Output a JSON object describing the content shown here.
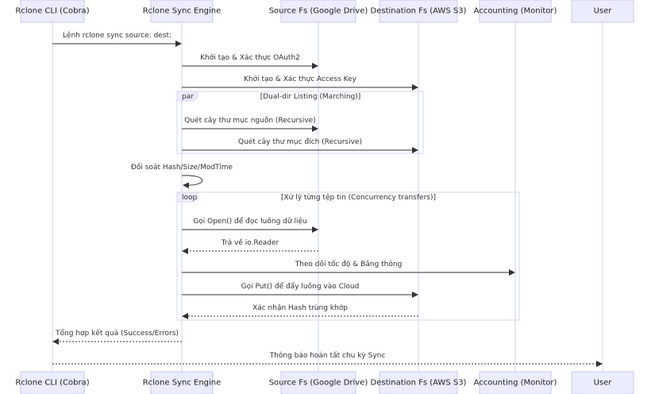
{
  "actors": [
    {
      "id": "cli",
      "label": "Rclone CLI (Cobra)"
    },
    {
      "id": "engine",
      "label": "Rclone Sync Engine"
    },
    {
      "id": "src",
      "label": "Source Fs (Google Drive)"
    },
    {
      "id": "dst",
      "label": "Destination Fs (AWS S3)"
    },
    {
      "id": "acct",
      "label": "Accounting (Monitor)"
    },
    {
      "id": "user",
      "label": "User"
    }
  ],
  "messages": [
    {
      "from": "cli",
      "to": "engine",
      "label": "Lệnh rclone sync source: dest:",
      "style": "solid"
    },
    {
      "from": "engine",
      "to": "src",
      "label": "Khởi tạo & Xác thực OAuth2",
      "style": "solid"
    },
    {
      "from": "engine",
      "to": "dst",
      "label": "Khởi tạo & Xác thực Access Key",
      "style": "solid"
    },
    {
      "from": "engine",
      "to": "src",
      "label": "Quét cây thư mục nguồn (Recursive)",
      "style": "solid"
    },
    {
      "from": "engine",
      "to": "dst",
      "label": "Quét cây thư mục đích (Recursive)",
      "style": "solid"
    },
    {
      "from": "engine",
      "to": "engine",
      "label": "Đối soát Hash/Size/ModTime",
      "style": "self"
    },
    {
      "from": "engine",
      "to": "src",
      "label": "Gọi Open() để đọc luồng dữ liệu",
      "style": "solid"
    },
    {
      "from": "src",
      "to": "engine",
      "label": "Trả về io.Reader",
      "style": "dotted"
    },
    {
      "from": "engine",
      "to": "acct",
      "label": "Theo dõi tốc độ & Băng thông",
      "style": "solid"
    },
    {
      "from": "engine",
      "to": "dst",
      "label": "Gọi Put() để đẩy luồng vào Cloud",
      "style": "solid"
    },
    {
      "from": "dst",
      "to": "engine",
      "label": "Xác nhận Hash trùng khớp",
      "style": "dotted"
    },
    {
      "from": "engine",
      "to": "cli",
      "label": "Tổng hợp kết quả (Success/Errors)",
      "style": "dotted"
    },
    {
      "from": "cli",
      "to": "user",
      "label": "Thông báo hoàn tất chu kỳ Sync",
      "style": "dotted"
    }
  ],
  "frames": [
    {
      "kind": "par",
      "title": "[Dual-dir Listing (Marching)]"
    },
    {
      "kind": "loop",
      "title": "[Xử lý từng tệp tin (Concurrency transfers)]"
    }
  ]
}
